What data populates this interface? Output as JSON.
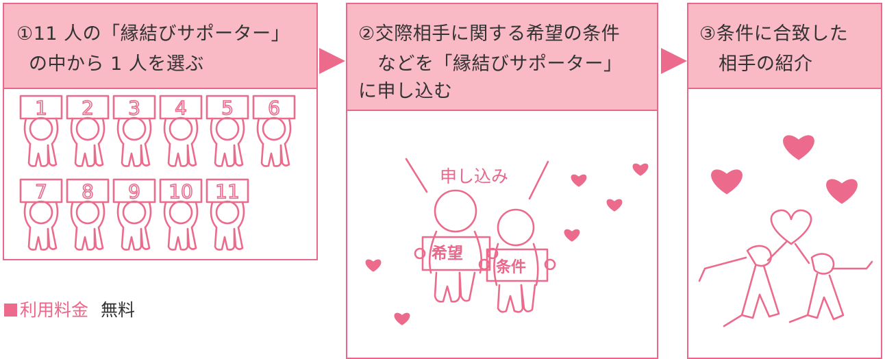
{
  "colors": {
    "accent": "#ec6a8c",
    "header_bg": "#f9b9c5",
    "text": "#333333"
  },
  "steps": [
    {
      "lines": [
        "①11 人の「縁結びサポーター」",
        "の中から 1 人を選ぶ"
      ]
    },
    {
      "lines": [
        "②交際相手に関する希望の条件",
        "などを「縁結びサポーター」",
        "に申し込む"
      ]
    },
    {
      "lines": [
        "③条件に合致した",
        "相手の紹介"
      ]
    }
  ],
  "supporters": {
    "row1": [
      "1",
      "2",
      "3",
      "4",
      "5",
      "6"
    ],
    "row2": [
      "7",
      "8",
      "9",
      "10",
      "11"
    ]
  },
  "application": {
    "label": "申し込み",
    "sign_left": "希望",
    "sign_right": "条件"
  },
  "fee": {
    "label": "利用料金",
    "value": "無料"
  }
}
